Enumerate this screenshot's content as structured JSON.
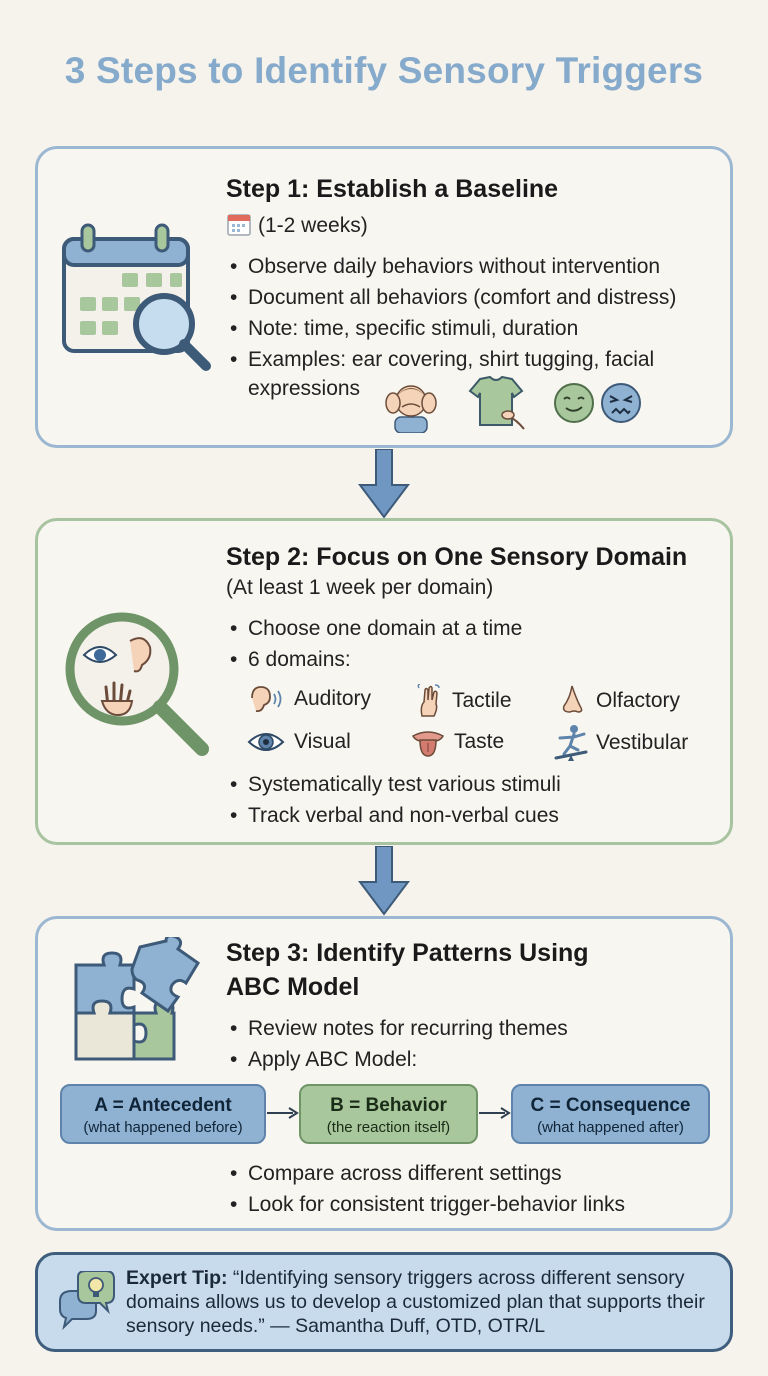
{
  "title": "3 Steps to Identify Sensory Triggers",
  "step1": {
    "title": "Step 1: Establish a Baseline",
    "duration": "(1-2 weeks)",
    "bullets": [
      "Observe daily behaviors without intervention",
      "Document all behaviors (comfort and distress)",
      "Note: time, specific stimuli, duration",
      "Examples: ear covering, shirt tugging, facial"
    ],
    "bullet_cont": "expressions",
    "icons": [
      "calendar-magnifier-icon",
      "child-covering-ears-icon",
      "shirt-tugging-icon",
      "content-face-icon",
      "distressed-face-icon"
    ]
  },
  "step2": {
    "title": "Step 2: Focus on One Sensory Domain",
    "duration": "(At least 1 week per domain)",
    "bullets_top": [
      "Choose one domain at a time",
      "6 domains:"
    ],
    "domains": [
      {
        "label": "Auditory",
        "icon": "ear-icon"
      },
      {
        "label": "Tactile",
        "icon": "hand-icon"
      },
      {
        "label": "Olfactory",
        "icon": "nose-icon"
      },
      {
        "label": "Visual",
        "icon": "eye-icon"
      },
      {
        "label": "Taste",
        "icon": "tongue-icon"
      },
      {
        "label": "Vestibular",
        "icon": "balance-icon"
      }
    ],
    "bullets_bottom": [
      "Systematically test various stimuli",
      "Track verbal and non-verbal cues"
    ]
  },
  "step3": {
    "title_line1": "Step 3: Identify Patterns Using",
    "title_line2": "ABC Model",
    "bullets_top": [
      "Review notes for recurring themes",
      "Apply ABC Model:"
    ],
    "abc": [
      {
        "label": "A = Antecedent",
        "desc": "(what happened before)"
      },
      {
        "label": "B = Behavior",
        "desc": "(the reaction itself)"
      },
      {
        "label": "C = Consequence",
        "desc": "(what happened after)"
      }
    ],
    "bullets_bottom": [
      "Compare across different settings",
      "Look for consistent trigger-behavior links"
    ]
  },
  "tip": {
    "label": "Expert Tip:",
    "quote": "“Identifying sensory triggers across different sensory domains allows us to develop a customized plan that supports their sensory needs.” — Samantha Duff, OTD, OTR/L"
  },
  "colors": {
    "blue": "#9bb7d2",
    "green": "#a8c3a0",
    "title": "#86aacb",
    "arrow": "#6f97c2"
  }
}
